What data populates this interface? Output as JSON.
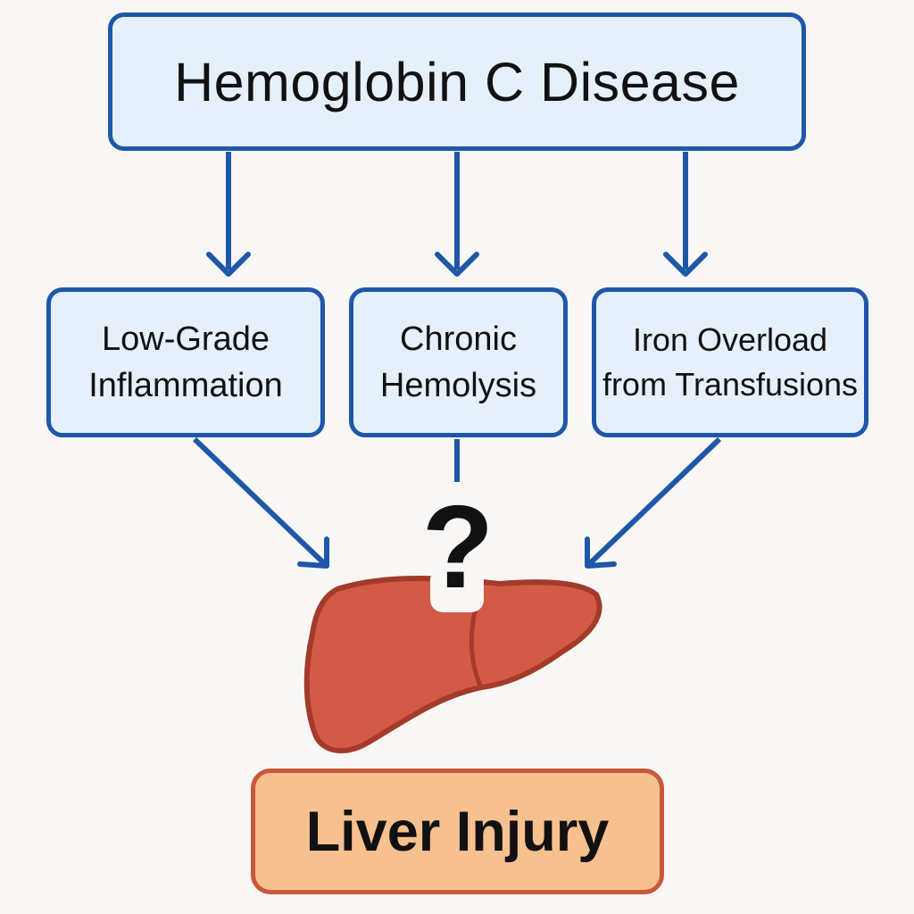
{
  "colors": {
    "background": "#f8f7f5",
    "box_fill": "#e6f0fb",
    "box_border": "#1f57a8",
    "arrow": "#1f57a8",
    "liver_fill": "#d45a48",
    "liver_outline": "#a33a2a",
    "outcome_fill": "#f7c08f",
    "outcome_border": "#c8583a"
  },
  "diagram": {
    "title": "Hemoglobin C Disease",
    "mechanisms": [
      {
        "lines": [
          "Low-Grade",
          "Inflammation"
        ]
      },
      {
        "lines": [
          "Chronic",
          "Hemolysis"
        ]
      },
      {
        "lines": [
          "Iron Overload",
          "from Transfusions"
        ]
      }
    ],
    "uncertain_link": "?",
    "organ_icon": "liver-icon",
    "outcome": "Liver Injury"
  }
}
